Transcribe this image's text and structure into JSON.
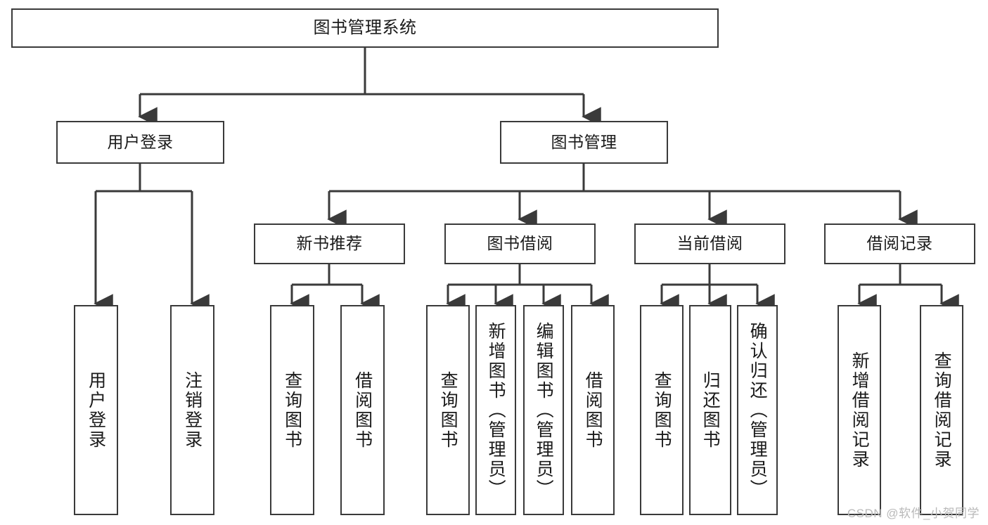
{
  "diagram": {
    "title": "图书管理系统",
    "watermark": "CSDN @软件_小贺同学",
    "colors": {
      "border": "#3a3a3a",
      "background": "#ffffff",
      "text": "#1a1a1a",
      "watermark": "#b9b9b9"
    },
    "nodes": {
      "root": {
        "label": "图书管理系统"
      },
      "level1": [
        {
          "id": "user-login",
          "label": "用户登录"
        },
        {
          "id": "book-management",
          "label": "图书管理"
        }
      ],
      "level2": [
        {
          "id": "new-book-recommend",
          "label": "新书推荐"
        },
        {
          "id": "book-borrow",
          "label": "图书借阅"
        },
        {
          "id": "current-borrow",
          "label": "当前借阅"
        },
        {
          "id": "borrow-record",
          "label": "借阅记录"
        }
      ],
      "leaves": {
        "user_login": [
          {
            "id": "leaf-user-login",
            "label": "用户登录"
          },
          {
            "id": "leaf-logout",
            "label": "注销登录"
          }
        ],
        "new_book_recommend": [
          {
            "id": "leaf-query-book-1",
            "label": "查询图书"
          },
          {
            "id": "leaf-borrow-book-1",
            "label": "借阅图书"
          }
        ],
        "book_borrow": [
          {
            "id": "leaf-query-book-2",
            "label": "查询图书"
          },
          {
            "id": "leaf-add-book",
            "label": "新增图书（管理员）"
          },
          {
            "id": "leaf-edit-book",
            "label": "编辑图书（管理员）"
          },
          {
            "id": "leaf-borrow-book-2",
            "label": "借阅图书"
          }
        ],
        "current_borrow": [
          {
            "id": "leaf-query-book-3",
            "label": "查询图书"
          },
          {
            "id": "leaf-return-book",
            "label": "归还图书"
          },
          {
            "id": "leaf-confirm-return",
            "label": "确认归还（管理员）"
          }
        ],
        "borrow_record": [
          {
            "id": "leaf-add-record",
            "label": "新增借阅记录"
          },
          {
            "id": "leaf-query-record",
            "label": "查询借阅记录"
          }
        ]
      }
    }
  }
}
